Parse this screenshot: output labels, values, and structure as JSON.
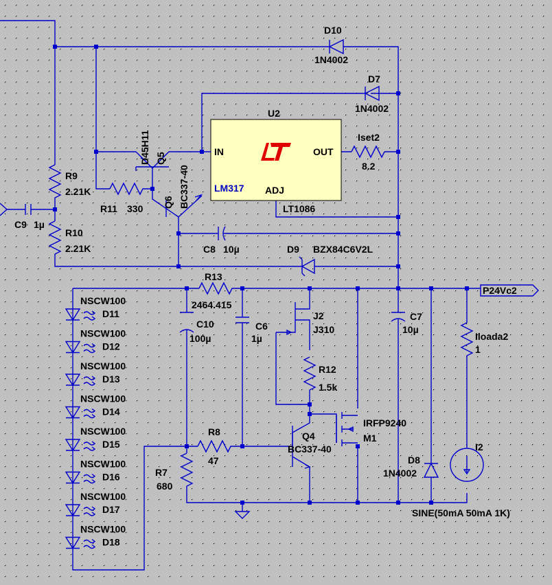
{
  "components": {
    "D10": {
      "ref": "D10",
      "value": "1N4002"
    },
    "D7": {
      "ref": "D7",
      "value": "1N4002"
    },
    "U2": {
      "ref": "U2",
      "logo": "LT",
      "pin_in": "IN",
      "pin_out": "OUT",
      "pin_adj": "ADJ",
      "part": "LM317",
      "alt_part": "LT1086"
    },
    "Q5": {
      "ref": "Q5",
      "value": "D45H11"
    },
    "Q6": {
      "ref": "Q6",
      "value": "BC337-40"
    },
    "R9": {
      "ref": "R9",
      "value": "2.21K"
    },
    "R10": {
      "ref": "R10",
      "value": "2.21K"
    },
    "R11": {
      "ref": "R11",
      "value": "330"
    },
    "Rset": {
      "ref": "Iset2",
      "value": "8.2"
    },
    "C9": {
      "ref": "C9",
      "value": "1µ"
    },
    "C8": {
      "ref": "C8",
      "value": "10µ"
    },
    "D9": {
      "ref": "D9",
      "value": "BZX84C6V2L"
    },
    "R13": {
      "ref": "R13",
      "value": "2464.415"
    },
    "C10": {
      "ref": "C10",
      "value": "100µ"
    },
    "C6": {
      "ref": "C6",
      "value": "1µ"
    },
    "J2": {
      "ref": "J2",
      "value": "J310"
    },
    "R12": {
      "ref": "R12",
      "value": "1.5k"
    },
    "C7": {
      "ref": "C7",
      "value": "10µ"
    },
    "Iload": {
      "ref": "Iloada2",
      "value": "1"
    },
    "M1": {
      "ref": "M1",
      "value": "IRFP9240"
    },
    "Q4": {
      "ref": "Q4",
      "value": "BC337-40"
    },
    "R8": {
      "ref": "R8",
      "value": "47"
    },
    "R7": {
      "ref": "R7",
      "value": "680"
    },
    "D8": {
      "ref": "D8",
      "value": "1N4002"
    },
    "I2": {
      "ref": "I2",
      "value": "SINE(50mA 50mA 1K)"
    },
    "leds": [
      {
        "ref": "D11",
        "value": "NSCW100"
      },
      {
        "ref": "D12",
        "value": "NSCW100"
      },
      {
        "ref": "D13",
        "value": "NSCW100"
      },
      {
        "ref": "D14",
        "value": "NSCW100"
      },
      {
        "ref": "D15",
        "value": "NSCW100"
      },
      {
        "ref": "D16",
        "value": "NSCW100"
      },
      {
        "ref": "D17",
        "value": "NSCW100"
      },
      {
        "ref": "D18",
        "value": "NSCW100"
      }
    ]
  },
  "net_labels": {
    "output": "P24Vc2"
  },
  "colors": {
    "background": "#c0c0c0",
    "wire": "#0000cc",
    "grid_dot": "#000000",
    "chip_fill": "#ffffc0",
    "logo": "#e00000"
  }
}
